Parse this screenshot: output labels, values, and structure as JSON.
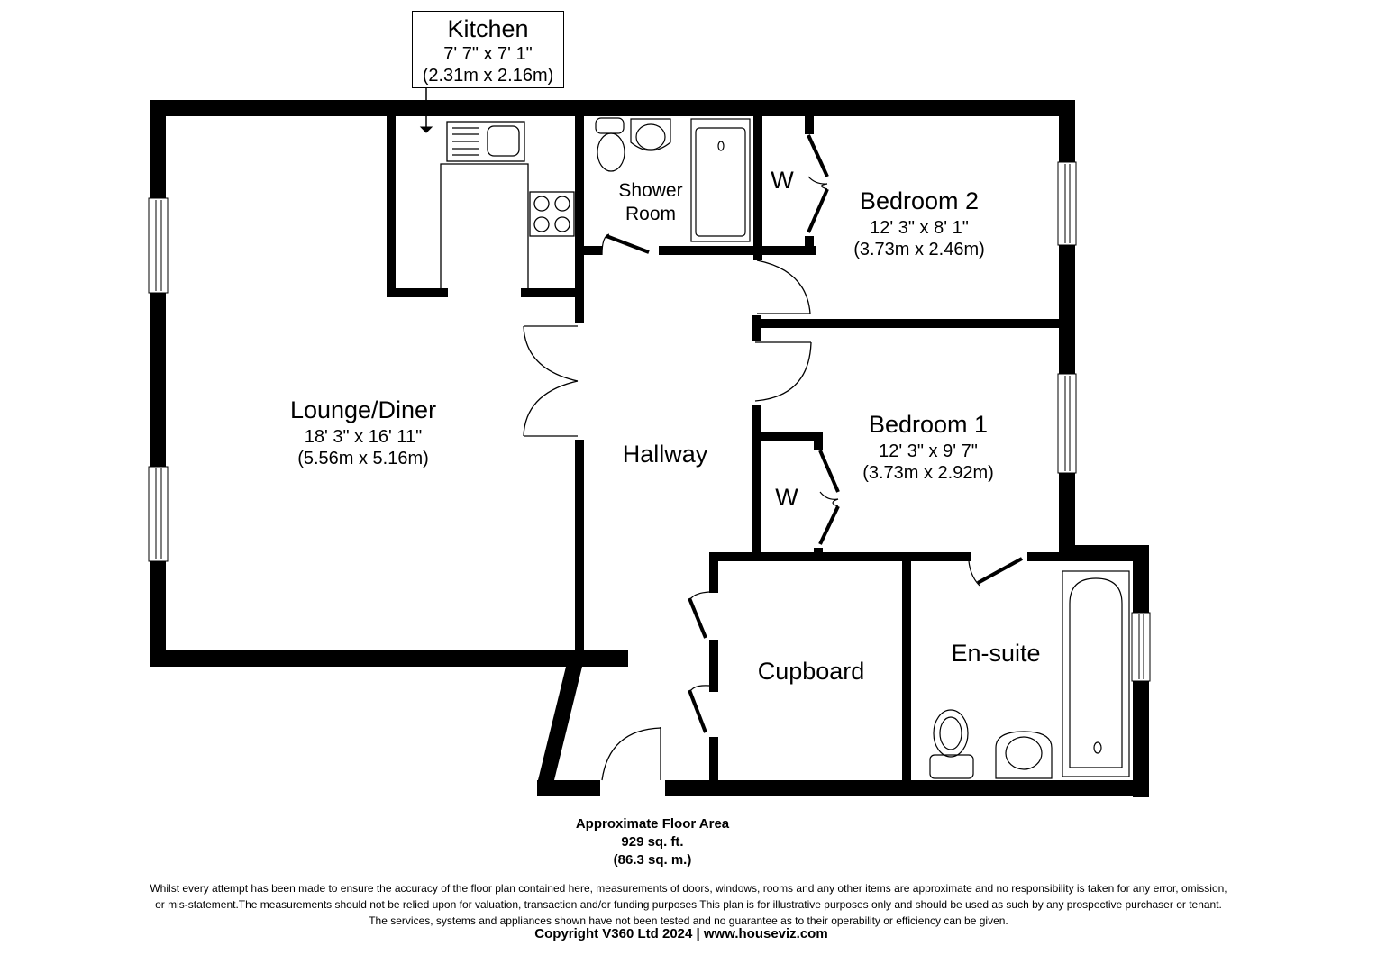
{
  "floorplan": {
    "rooms": {
      "kitchen": {
        "name": "Kitchen",
        "dim_imperial": "7' 7\" x 7' 1\"",
        "dim_metric": "(2.31m x 2.16m)"
      },
      "lounge": {
        "name": "Lounge/Diner",
        "dim_imperial": "18' 3\" x 16' 11\"",
        "dim_metric": "(5.56m x 5.16m)"
      },
      "shower": {
        "name_line1": "Shower",
        "name_line2": "Room"
      },
      "bedroom2": {
        "name": "Bedroom 2",
        "dim_imperial": "12' 3\" x 8' 1\"",
        "dim_metric": "(3.73m x 2.46m)"
      },
      "bedroom1": {
        "name": "Bedroom 1",
        "dim_imperial": "12' 3\" x 9' 7\"",
        "dim_metric": "(3.73m x 2.92m)"
      },
      "hallway": {
        "name": "Hallway"
      },
      "cupboard": {
        "name": "Cupboard"
      },
      "ensuite": {
        "name": "En-suite"
      },
      "wardrobe_b2": {
        "name": "W"
      },
      "wardrobe_b1": {
        "name": "W"
      }
    },
    "icons": [
      "sink-icon",
      "hob-icon",
      "toilet-icon",
      "basin-icon",
      "shower-tray-icon",
      "bath-icon",
      "window-icon",
      "door-swing-icon"
    ],
    "colors": {
      "wall": "#000000",
      "background": "#ffffff"
    }
  },
  "footer": {
    "area_title": "Approximate Floor Area",
    "area_sqft": "929 sq. ft.",
    "area_sqm": "(86.3 sq. m.)",
    "disclaimer_line1": "Whilst every attempt has been made to ensure the accuracy of the floor plan contained here, measurements of doors, windows, rooms and any other items are approximate and no responsibility is taken for any error, omission,",
    "disclaimer_line2": "or mis-statement.The measurements should not be relied upon for valuation, transaction and/or funding purposes This plan is for illustrative purposes only and should be used as such by any prospective purchaser or tenant.",
    "disclaimer_line3": "The services, systems and appliances shown have not been tested and no guarantee as to their operability or efficiency can be given.",
    "copyright": "Copyright V360 Ltd 2024 | www.houseviz.com"
  }
}
